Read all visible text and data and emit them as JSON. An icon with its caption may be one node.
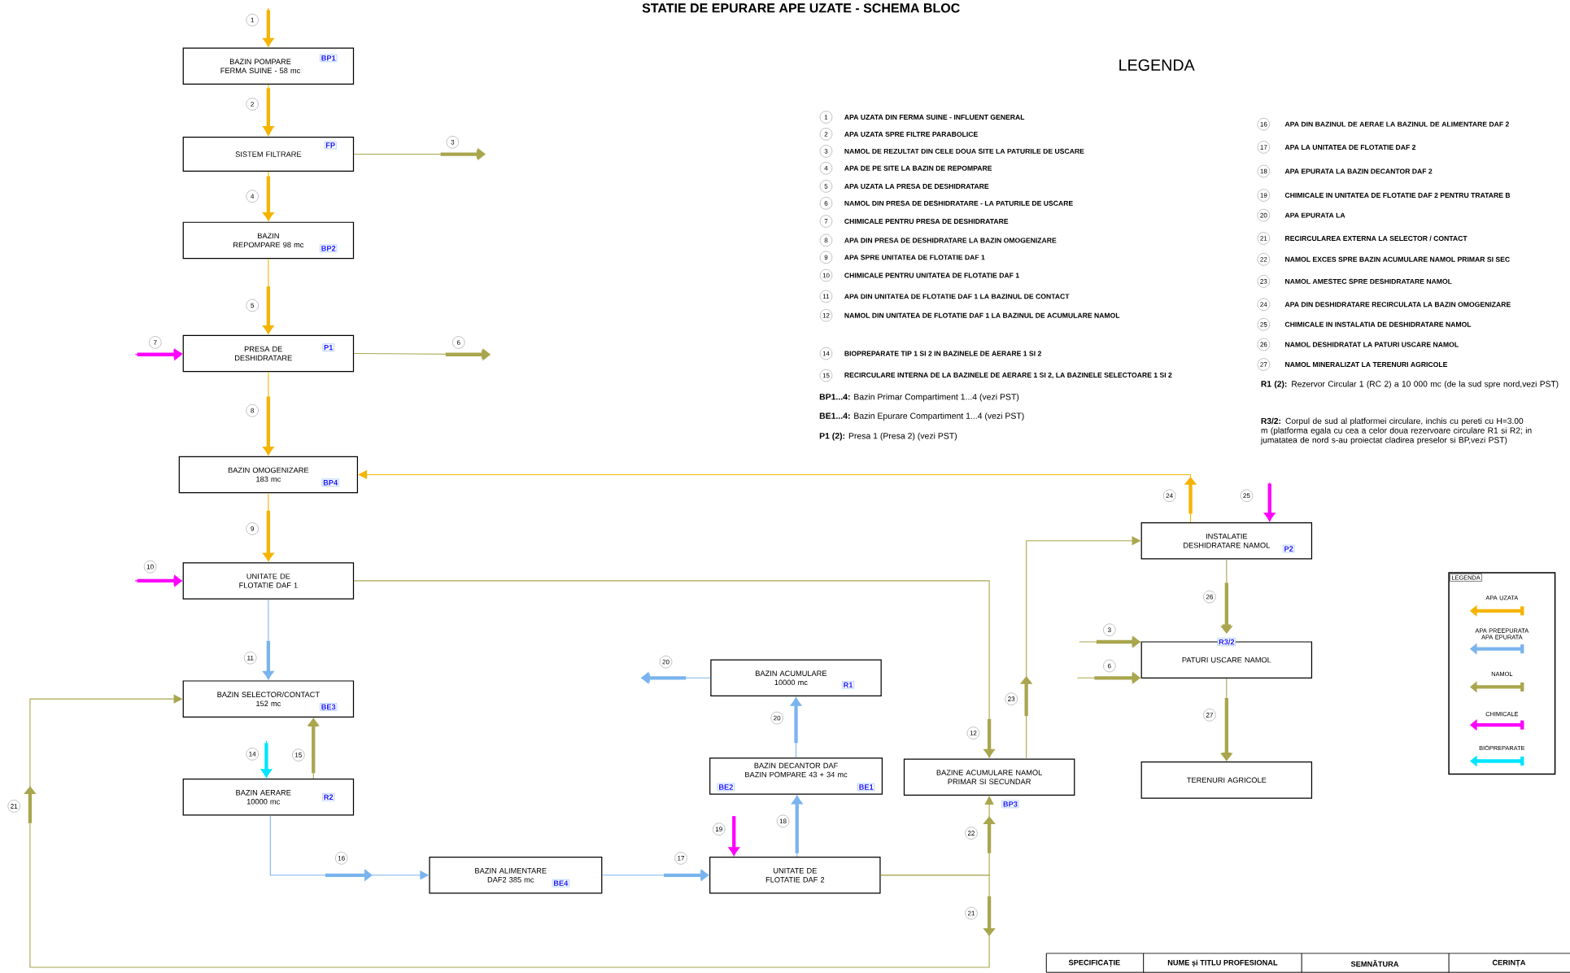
{
  "diagram": {
    "title": "STATIE DE EPURARE APE UZATE - SCHEMA BLOC",
    "nodes": [
      {
        "text": [
          "BAZIN POMPARE FERMA SUINE - 58 mc",
          "BP1"
        ]
      },
      {
        "text": [
          "SISTEM FILTRARE",
          "FP"
        ]
      },
      {
        "text": [
          "BAZIN REPOMPARE 98 mc",
          "BP2"
        ]
      },
      {
        "text": [
          "PRESA DE DESHIDRATARE",
          "P1"
        ]
      },
      {
        "text": [
          "BAZIN OMOGENIZARE 183 mc",
          "BP4"
        ]
      },
      {
        "text": [
          "UNITATE DE FLOTATIE DAF 1"
        ]
      },
      {
        "text": [
          "BAZIN SELECTOR/CONTACT 152 mc",
          "BE3"
        ]
      },
      {
        "text": [
          "BAZIN AERARE 10000 mc",
          "R2"
        ]
      },
      {
        "text": [
          "BAZIN ALIMENTARE DAF2 385 mc",
          "BE4"
        ]
      },
      {
        "text": [
          "UNITATE DE FLOTATIE DAF 2"
        ]
      },
      {
        "text": [
          "BAZIN DECANTOR DAF BAZIN POMPARE 43 + 34 mc",
          "BE2",
          "BE1"
        ]
      },
      {
        "text": [
          "BAZIN ACUMULARE 10000 mc",
          "R1"
        ]
      },
      {
        "text": [
          "BAZINE ACUMULARE NAMOL PRIMAR SI SECUNDAR"
        ],
        "beside": [
          "BP3"
        ]
      },
      {
        "text": [
          "INSTALATIE DESHIDRATARE NAMOL",
          "P2"
        ]
      },
      {
        "text": [
          "R3/2",
          "PATURI USCARE NAMOL"
        ]
      },
      {
        "text": [
          "TERENURI AGRICOLE"
        ]
      }
    ],
    "edges": [
      {
        "from": null,
        "to": 0,
        "arrow": "to",
        "label": "1",
        "color": "#f5b400"
      },
      {
        "from": 0,
        "to": 1,
        "arrow": "to",
        "label": "2",
        "color": "#f5b400"
      },
      {
        "from": 1,
        "to": null,
        "arrow": "to",
        "label": "3",
        "color": "#a9a64e"
      },
      {
        "from": 1,
        "to": 2,
        "arrow": "to",
        "label": "4",
        "color": "#f5b400"
      },
      {
        "from": 2,
        "to": 3,
        "arrow": "to",
        "label": "5",
        "color": "#f5b400"
      },
      {
        "from": 3,
        "to": null,
        "arrow": "to",
        "label": "6",
        "color": "#a9a64e"
      },
      {
        "from": null,
        "to": 3,
        "arrow": "to",
        "label": "7",
        "color": "#ff00ff"
      },
      {
        "from": 3,
        "to": 4,
        "arrow": "to",
        "label": "8",
        "color": "#f5b400"
      },
      {
        "from": 4,
        "to": 5,
        "arrow": "to",
        "label": "9",
        "color": "#f5b400"
      },
      {
        "from": null,
        "to": 5,
        "arrow": "to",
        "label": "10",
        "color": "#ff00ff"
      },
      {
        "from": 5,
        "to": 6,
        "arrow": "to",
        "label": "11",
        "color": "#7ab4ee"
      },
      {
        "from": 5,
        "to": 12,
        "arrow": "to",
        "label": "12",
        "color": "#a9a64e"
      },
      {
        "from": null,
        "to": 7,
        "arrow": "to",
        "label": "14",
        "color": "#00e5ff"
      },
      {
        "from": 7,
        "to": 6,
        "arrow": "to",
        "label": "15",
        "color": "#a9a64e"
      },
      {
        "from": 7,
        "to": 8,
        "arrow": "to",
        "label": "16",
        "color": "#7ab4ee"
      },
      {
        "from": 8,
        "to": 9,
        "arrow": "to",
        "label": "17",
        "color": "#7ab4ee"
      },
      {
        "from": 9,
        "to": 10,
        "arrow": "to",
        "label": "18",
        "color": "#7ab4ee"
      },
      {
        "from": null,
        "to": 9,
        "arrow": "to",
        "label": "19",
        "color": "#ff00ff"
      },
      {
        "from": 10,
        "to": 11,
        "arrow": "to",
        "label": "20",
        "color": "#7ab4ee"
      },
      {
        "from": 11,
        "to": null,
        "arrow": "to",
        "label": "20",
        "color": "#7ab4ee"
      },
      {
        "from": 9,
        "to": 6,
        "arrow": "to",
        "label": "21",
        "color": "#a9a64e"
      },
      {
        "from": 9,
        "to": 12,
        "arrow": "to",
        "label": "22",
        "color": "#a9a64e"
      },
      {
        "from": 12,
        "to": 13,
        "arrow": "to",
        "label": "23",
        "color": "#a9a64e"
      },
      {
        "from": 13,
        "to": 4,
        "arrow": "to",
        "label": "24",
        "color": "#f5b400"
      },
      {
        "from": null,
        "to": 13,
        "arrow": "to",
        "label": "25",
        "color": "#ff00ff"
      },
      {
        "from": 13,
        "to": 14,
        "arrow": "to",
        "label": "26",
        "color": "#a9a64e"
      },
      {
        "from": null,
        "to": 14,
        "arrow": "to",
        "label": "3",
        "color": "#a9a64e"
      },
      {
        "from": null,
        "to": 14,
        "arrow": "to",
        "label": "6",
        "color": "#a9a64e"
      },
      {
        "from": 14,
        "to": 15,
        "arrow": "to",
        "label": "27",
        "color": "#a9a64e"
      }
    ],
    "labels": [
      "LEGENDA",
      "1",
      "APA UZATA DIN FERMA SUINE - INFLUENT GENERAL",
      "2",
      "APA UZATA SPRE FILTRE PARABOLICE",
      "3",
      "NAMOL DE REZULTAT DIN CELE DOUA SITE LA PATURILE DE USCARE",
      "4",
      "APA DE PE SITE LA BAZIN DE REPOMPARE",
      "5",
      "APA UZATA LA PRESA DE DESHIDRATARE",
      "6",
      "NAMOL DIN PRESA DE DESHIDRATARE - LA PATURILE DE USCARE",
      "7",
      "CHIMICALE PENTRU PRESA DE DESHIDRATARE",
      "8",
      "APA DIN PRESA DE DESHIDRATARE LA BAZIN OMOGENIZARE",
      "9",
      "APA SPRE UNITATEA DE FLOTATIE DAF 1",
      "10",
      "CHIMICALE PENTRU UNITATEA DE FLOTATIE DAF 1",
      "11",
      "APA DIN UNITATEA DE FLOTATIE DAF 1 LA BAZINUL DE CONTACT",
      "12",
      "NAMOL DIN UNITATEA DE FLOTATIE DAF 1 LA BAZINUL DE ACUMULARE NAMOL",
      "14",
      "BIOPREPARATE TIP 1 SI 2 IN BAZINELE DE AERARE 1 SI 2",
      "15",
      "RECIRCULARE INTERNA DE LA BAZINELE DE AERARE 1 SI 2, LA BAZINELE SELECTOARE 1 SI 2",
      "**BP1...4:** Bazin Primar Compartiment 1...4 (vezi PST)",
      "**BE1...4:** Bazin Epurare Compartiment 1...4 (vezi PST)",
      "**P1 (2):** Presa 1 (Presa 2) (vezi PST)",
      "16",
      "APA DIN BAZINUL DE AERAE LA BAZINUL DE ALIMENTARE DAF 2",
      "17",
      "APA LA UNITATEA DE FLOTATIE DAF 2",
      "18",
      "APA EPURATA LA BAZIN DECANTOR DAF 2",
      "19",
      "CHIMICALE IN UNITATEA DE FLOTATIE DAF 2 PENTRU TRATARE B",
      "20",
      "APA EPURATA LA",
      "21",
      "RECIRCULAREA EXTERNA LA SELECTOR / CONTACT",
      "22",
      "NAMOL EXCES SPRE BAZIN ACUMULARE NAMOL PRIMAR SI SEC",
      "23",
      "NAMOL AMESTEC SPRE DESHIDRATARE NAMOL",
      "24",
      "APA DIN DESHIDRATARE RECIRCULATA LA BAZIN OMOGENIZARE",
      "25",
      "CHIMICALE IN INSTALATIA DE DESHIDRATARE NAMOL",
      "26",
      "NAMOL DESHIDRATAT LA PATURI USCARE NAMOL",
      "27",
      "NAMOL MINERALIZAT LA TERENURI AGRICOLE",
      "**R1 (2):** Rezervor Circular 1 (RC 2) a 10 000 mc (de la sud spre nord,vezi PST)",
      "**R3/2:** Corpul de sud al platformei circulare, inchis cu pereti cu H=3.00 m (platforma egala cu cea a celor doua rezervoare circulare R1 si R2; in jumatatea de nord s-au proiectat cladirea preselor si BP,vezi PST)",
      "LEGENDA",
      "21",
      "SPECIFICAȚIE",
      "NUME și TITLU PROFESIONAL",
      "SEMNĂTURA",
      "CERINȚA"
    ],
    "legend": [
      {
        "text": "APA UZATA",
        "color": "#f5b400"
      },
      {
        "text": "APA PREEPURATA APA EPURATA",
        "color": "#7ab4ee"
      },
      {
        "text": "NAMOL",
        "color": "#a9a64e"
      },
      {
        "text": "CHIMICALE",
        "color": "#ff00ff"
      },
      {
        "text": "BIOPREPARATE",
        "color": "#00e5ff"
      }
    ]
  }
}
